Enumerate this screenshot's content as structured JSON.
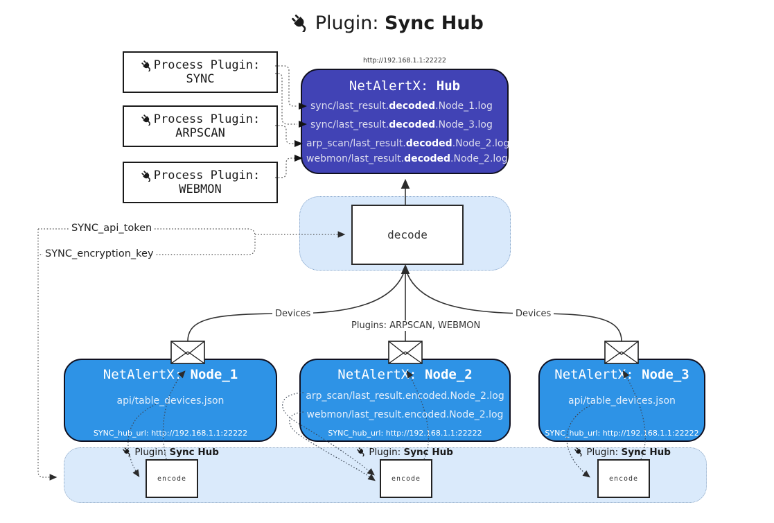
{
  "title": {
    "prefix": "Plugin:",
    "name": "Sync Hub"
  },
  "process_plugins": [
    {
      "line1": "Process Plugin:",
      "name": "SYNC"
    },
    {
      "line1": "Process Plugin:",
      "name": "ARPSCAN"
    },
    {
      "line1": "Process Plugin:",
      "name": "WEBMON"
    }
  ],
  "hub": {
    "url": "http://192.168.1.1:22222",
    "title_prefix": "NetAlertX:",
    "title_name": "Hub",
    "logs": [
      {
        "pre": "sync/last_result.",
        "bold": "decoded",
        "post": ".Node_1.log"
      },
      {
        "pre": "sync/last_result.",
        "bold": "decoded",
        "post": ".Node_3.log"
      },
      {
        "pre": "arp_scan/last_result.",
        "bold": "decoded",
        "post": ".Node_2.log"
      },
      {
        "pre": "webmon/last_result.",
        "bold": "decoded",
        "post": ".Node_2.log"
      }
    ]
  },
  "decode": {
    "label": "decode"
  },
  "keys": {
    "api_token": "SYNC_api_token",
    "encryption_key": "SYNC_encryption_key"
  },
  "edges": {
    "devices_left": "Devices",
    "devices_right": "Devices",
    "plugins_center": "Plugins: ARPSCAN, WEBMON"
  },
  "nodes": [
    {
      "title_prefix": "NetAlertX:",
      "title_name": "Node_1",
      "files": [
        "api/table_devices.json"
      ],
      "hub_url": "SYNC_hub_url: http://192.168.1.1:22222"
    },
    {
      "title_prefix": "NetAlertX:",
      "title_name": "Node_2",
      "files": [
        "arp_scan/last_result.encoded.Node_2.log",
        "webmon/last_result.encoded.Node_2.log"
      ],
      "hub_url": "SYNC_hub_url: http://192.168.1.1:22222"
    },
    {
      "title_prefix": "NetAlertX:",
      "title_name": "Node_3",
      "files": [
        "api/table_devices.json"
      ],
      "hub_url": "SYNC_hub_url: http://192.168.1.1:22222"
    }
  ],
  "encode_band": {
    "plugin_prefix": "Plugin:",
    "plugin_name": "Sync Hub",
    "encode_label": "encode"
  },
  "colors": {
    "hub_fill": "#4143b5",
    "node_fill": "#2e93e6",
    "band_fill": "#daeafb",
    "band_border": "#8fa8c4",
    "line_dark": "#333333",
    "text_on_hub": "#dcdcee"
  }
}
